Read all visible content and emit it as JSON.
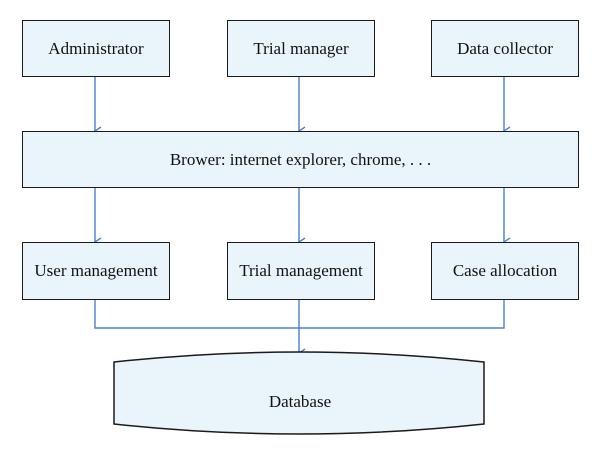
{
  "diagram": {
    "top_row": [
      "Administrator",
      "Trial manager",
      "Data collector"
    ],
    "browser": "Brower: internet explorer, chrome, . . .",
    "middle_row": [
      "User management",
      "Trial management",
      "Case allocation"
    ],
    "database": "Database"
  },
  "colors": {
    "box_fill": "#eaf4fb",
    "box_border": "#1a1a1a",
    "connector": "#4a7fd4"
  }
}
